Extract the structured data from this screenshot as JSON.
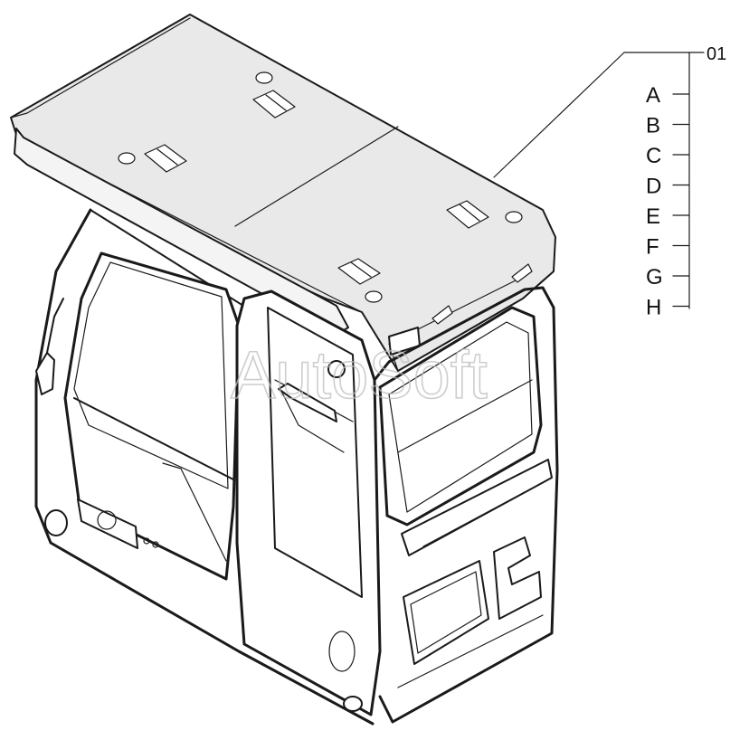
{
  "diagram": {
    "part_number": "01",
    "sub_parts": [
      "A",
      "B",
      "C",
      "D",
      "E",
      "F",
      "G",
      "H"
    ],
    "watermark": "AutoSoft",
    "colors": {
      "line": "#1a1a1a",
      "panel": "#e9e9e9",
      "watermark": "#bdbdbd"
    }
  }
}
